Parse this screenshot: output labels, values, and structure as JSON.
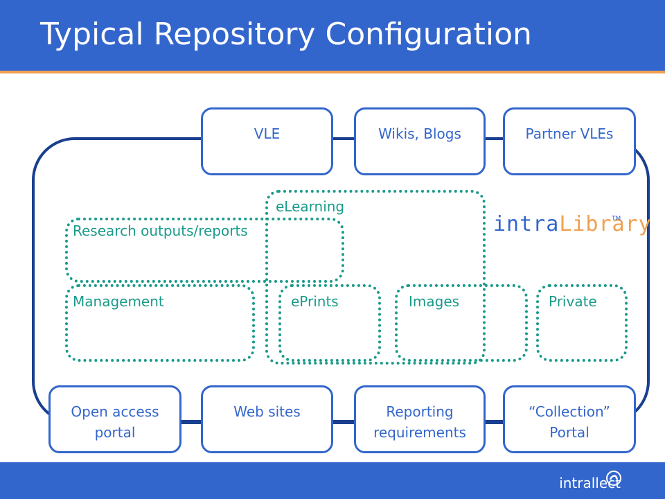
{
  "title": "Typical Repository Configuration",
  "services_top": [
    "VLE",
    "Wikis, Blogs",
    "Partner VLEs"
  ],
  "services_bottom": [
    {
      "line1": "Open access",
      "line2": "portal"
    },
    {
      "line1": "Web sites",
      "line2": ""
    },
    {
      "line1": "Reporting",
      "line2": "requirements"
    },
    {
      "line1": "“Collection”",
      "line2": "Portal"
    }
  ],
  "groups": {
    "elearning": "eLearning",
    "research": "Research outputs/reports",
    "management": "Management",
    "eprints": "ePrints",
    "images": "Images",
    "private": "Private"
  },
  "logo": {
    "part1": "intra",
    "part2": "Library",
    "tm": "TM"
  },
  "footer_brand": "intrallect",
  "colors": {
    "primary": "#3366cc",
    "accent": "#f0a050",
    "group": "#1a9a8a"
  }
}
